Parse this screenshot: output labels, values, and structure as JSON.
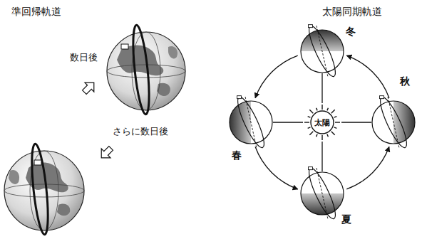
{
  "diagram": {
    "nodes": [
      {
        "text": [
          "太陽"
        ]
      },
      {
        "text": [
          "冬"
        ]
      },
      {
        "text": [
          "秋"
        ]
      },
      {
        "text": [
          "春"
        ]
      },
      {
        "text": [
          "夏"
        ]
      }
    ],
    "edges": [
      {
        "from": 0,
        "to": 1,
        "arrow": "none"
      },
      {
        "from": 0,
        "to": 2,
        "arrow": "none"
      },
      {
        "from": 0,
        "to": 3,
        "arrow": "none"
      },
      {
        "from": 0,
        "to": 4,
        "arrow": "none"
      },
      {
        "from": 3,
        "to": 4,
        "arrow": "to"
      },
      {
        "from": 4,
        "to": 2,
        "arrow": "to"
      },
      {
        "from": 2,
        "to": 1,
        "arrow": "to"
      },
      {
        "from": 1,
        "to": 3,
        "arrow": "to"
      }
    ],
    "labels": [
      "準回帰軌道",
      "太陽同期軌道",
      "数日後",
      "さらに数日後"
    ]
  }
}
